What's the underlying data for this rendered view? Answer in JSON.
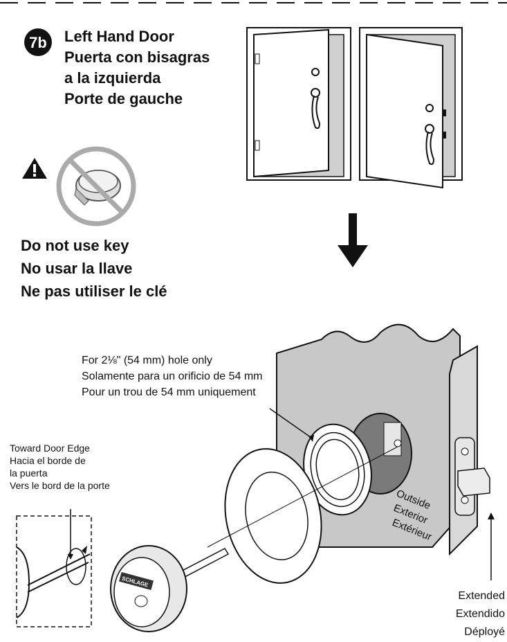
{
  "step": {
    "badge": "7b",
    "title_lines": [
      "Left Hand Door",
      "Puerta con bisagras",
      "a la izquierda",
      "Porte de gauche"
    ]
  },
  "warning": {
    "icon": "warning-triangle-icon",
    "lines": [
      "Do not use key",
      "No usar la llave",
      "Ne pas utiliser le clé"
    ]
  },
  "hole_note": {
    "lines": [
      "For 2⅛\" (54 mm) hole only",
      "Solamente para un orificio de 54 mm",
      "Pour un trou de 54 mm uniquement"
    ]
  },
  "edge_note": {
    "lines": [
      "Toward Door Edge",
      "Hacia el borde de",
      "la puerta",
      "Vers le bord de la porte"
    ]
  },
  "side_label": {
    "lines": [
      "Outside",
      "Exterior",
      "Extérieur"
    ]
  },
  "bolt_note": {
    "lines": [
      "Extended",
      "Extendido",
      "Déployé"
    ]
  },
  "cylinder_brand": "SCHLAGE",
  "colors": {
    "ink": "#111111",
    "door_gray": "#d0d0d0",
    "edge_gray": "#b8b8b8",
    "hole_gray": "#7a7a7a"
  }
}
